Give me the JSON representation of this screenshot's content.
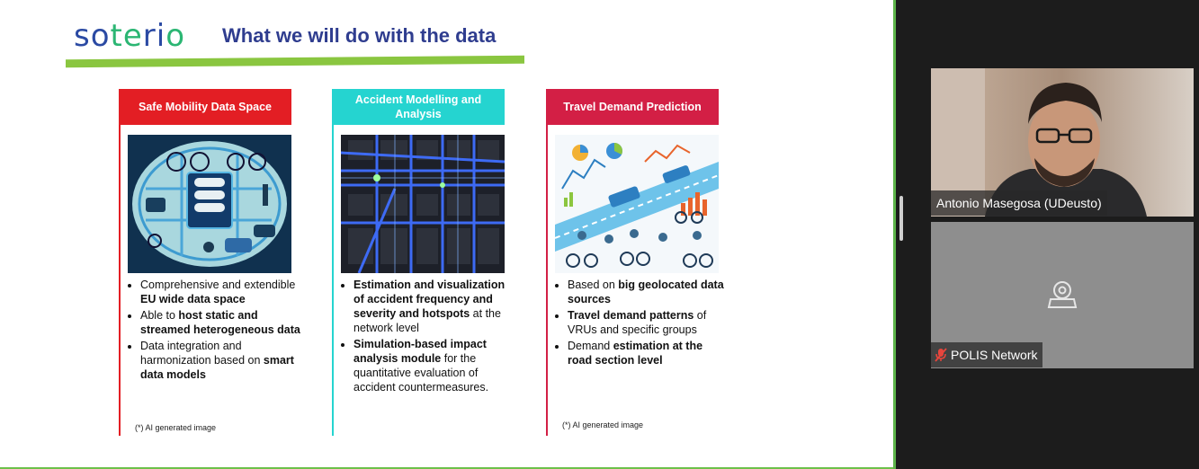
{
  "logo": {
    "text_a": "so",
    "text_b": "te",
    "text_c": "ri",
    "text_d": "o"
  },
  "slide": {
    "title": "What we will do with the data",
    "columns": [
      {
        "header": "Safe Mobility Data Space",
        "bullets": [
          {
            "plain_a": "Comprehensive and extendible ",
            "bold_a": "EU wide data space",
            "plain_b": ""
          },
          {
            "plain_a": "Able to ",
            "bold_a": "host static and streamed heterogeneous data",
            "plain_b": ""
          },
          {
            "plain_a": "Data integration and harmonization based on ",
            "bold_a": "smart data models",
            "plain_b": ""
          }
        ],
        "note": "(*) AI generated image"
      },
      {
        "header": "Accident Modelling and Analysis",
        "bullets": [
          {
            "plain_a": "",
            "bold_a": "Estimation and visualization of accident frequency and severity and hotspots",
            "plain_b": " at the network level"
          },
          {
            "plain_a": "",
            "bold_a": "Simulation-based impact analysis module",
            "plain_b": " for the quantitative evaluation of accident countermeasures."
          }
        ]
      },
      {
        "header": "Travel Demand Prediction",
        "bullets": [
          {
            "plain_a": "Based on ",
            "bold_a": "big geolocated data sources",
            "plain_b": ""
          },
          {
            "plain_a": "",
            "bold_a": "Travel demand patterns",
            "plain_b": " of VRUs and specific groups"
          },
          {
            "plain_a": "Demand ",
            "bold_a": "estimation at the road section level",
            "plain_b": ""
          }
        ],
        "note": "(*) AI generated image"
      }
    ]
  },
  "participants": {
    "speaker_name": "Antonio Masegosa (UDeusto)",
    "muted_name": "POLIS Network"
  },
  "colors": {
    "red": "#e31e24",
    "cyan": "#25d4d0",
    "crimson": "#d31f45",
    "green": "#8ac640",
    "navy": "#2f3d8f"
  }
}
